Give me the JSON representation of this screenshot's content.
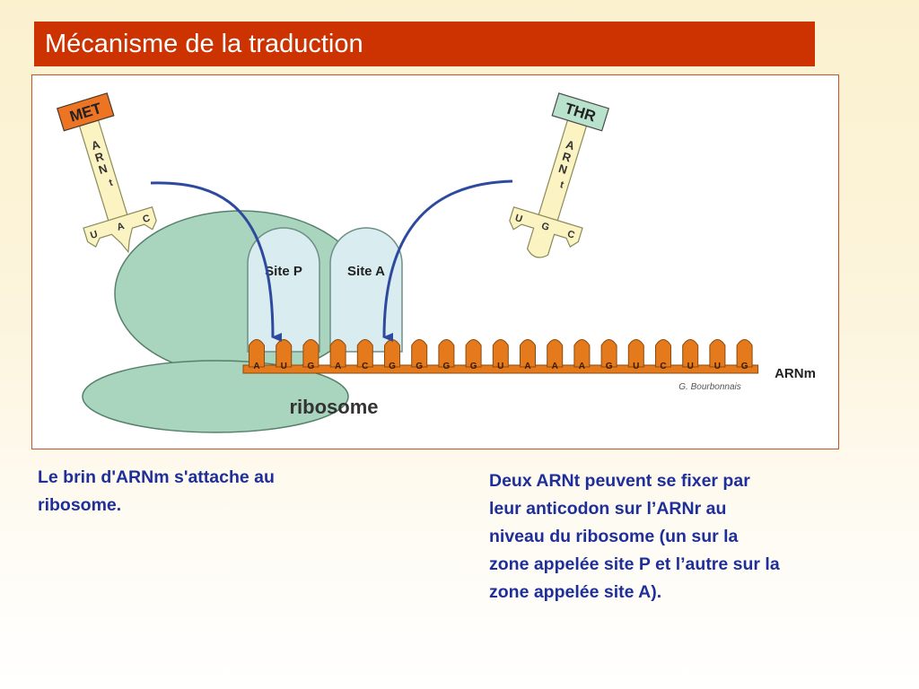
{
  "slide": {
    "title": "Mécanisme de la traduction"
  },
  "colors": {
    "title_background": "#cc3300",
    "caption_text": "#1f2f9a",
    "ribosome_fill": "#a9d4be",
    "site_fill": "#d9ecf0",
    "nucleotide_fill": "#e57a1c",
    "trna_fill": "#fbf3c2",
    "met_cap_fill": "#ec7423",
    "thr_cap_fill": "#b8e2cc",
    "arrow_color": "#2e4a9e"
  },
  "figure": {
    "trna_left": {
      "amino_acid": "MET",
      "stem_letters": [
        "A",
        "R",
        "N",
        "t"
      ],
      "anticodon": [
        "U",
        "A",
        "C"
      ]
    },
    "trna_right": {
      "amino_acid": "THR",
      "stem_letters": [
        "A",
        "R",
        "N",
        "t"
      ],
      "anticodon": [
        "U",
        "G",
        "C"
      ]
    },
    "ribosome": {
      "site_p_label": "Site P",
      "site_a_label": "Site A",
      "label": "ribosome"
    },
    "mrna": {
      "label": "ARNm",
      "nucleotides": [
        "A",
        "U",
        "G",
        "A",
        "C",
        "G",
        "G",
        "G",
        "G",
        "U",
        "A",
        "A",
        "A",
        "G",
        "U",
        "C",
        "U",
        "U",
        "G"
      ]
    },
    "credit": "G. Bourbonnais"
  },
  "captions": {
    "left": [
      "Le brin d'ARNm s'attache au",
      "ribosome."
    ],
    "right": [
      "Deux ARNt peuvent se fixer par",
      "leur anticodon sur l’ARNr au",
      "niveau du ribosome (un sur la",
      "zone appelée site P et l’autre sur la",
      "zone appelée site A)."
    ]
  }
}
